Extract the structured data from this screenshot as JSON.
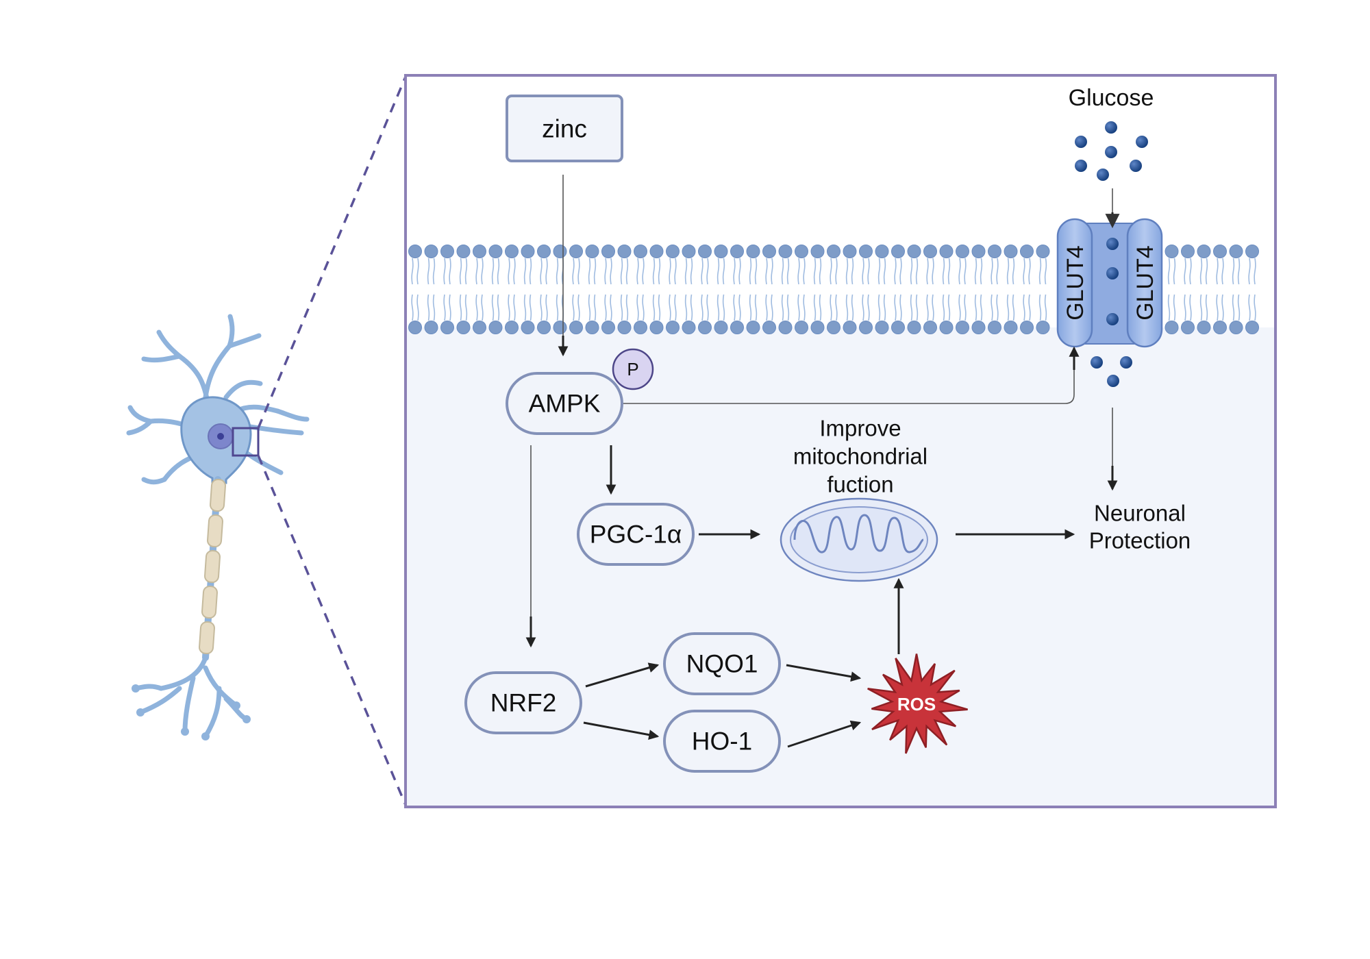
{
  "nodes": {
    "zinc": "zinc",
    "ampk": "AMPK",
    "phospho": "P",
    "pgc": "PGC-1α",
    "nrf2": "NRF2",
    "nqo1": "NQO1",
    "ho1": "HO-1",
    "ros": "ROS",
    "glut4_left": "GLUT4",
    "glut4_right": "GLUT4"
  },
  "labels": {
    "glucose": "Glucose",
    "mito_line1": "Improve",
    "mito_line2": "mitochondrial",
    "mito_line3": "fuction",
    "protection_line1": "Neuronal",
    "protection_line2": "Protection"
  },
  "edges": [
    {
      "from": "zinc",
      "to": "AMPK"
    },
    {
      "from": "AMPK",
      "to": "GLUT4"
    },
    {
      "from": "AMPK",
      "to": "PGC-1α"
    },
    {
      "from": "AMPK",
      "to": "NRF2"
    },
    {
      "from": "PGC-1α",
      "to": "Improve mitochondrial fuction"
    },
    {
      "from": "NRF2",
      "to": "NQO1"
    },
    {
      "from": "NRF2",
      "to": "HO-1"
    },
    {
      "from": "NQO1",
      "to": "ROS"
    },
    {
      "from": "HO-1",
      "to": "ROS"
    },
    {
      "from": "ROS",
      "to": "Improve mitochondrial fuction"
    },
    {
      "from": "Improve mitochondrial fuction",
      "to": "Neuronal Protection"
    },
    {
      "from": "Glucose",
      "to": "GLUT4"
    },
    {
      "from": "GLUT4",
      "to": "Neuronal Protection"
    }
  ],
  "colors": {
    "panel_fill": "#f2f5fb",
    "frame": "#8c80b6",
    "node_border": "#8391b8",
    "membrane_head": "#7e9cc8",
    "glut4": "#9bb6e6",
    "glucose_dot": "#1f4a8c",
    "ros": "#c8333a",
    "phospho": "#d9d4f1",
    "neuron": "#a4c2e4"
  }
}
